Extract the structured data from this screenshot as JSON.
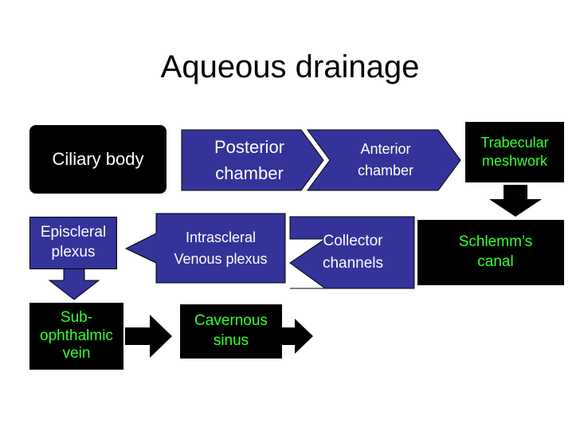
{
  "title": "Aqueous drainage",
  "nodes": {
    "ciliary_body": "Ciliary body",
    "posterior_chamber": [
      "Posterior",
      "chamber"
    ],
    "anterior_chamber": [
      "Anterior",
      "chamber"
    ],
    "trabecular_meshwork": [
      "Trabecular",
      "meshwork"
    ],
    "schlemms_canal": [
      "Schlemm’s",
      "canal"
    ],
    "collector_channels": [
      "Collector",
      "channels"
    ],
    "intrascleral_venous_plexus": [
      "Intrascleral",
      "Venous plexus"
    ],
    "episcleral_plexus": [
      "Episcleral",
      "plexus"
    ],
    "sub_ophthalmic_vein": [
      "Sub-",
      "ophthalmic",
      "vein"
    ],
    "cavernous_sinus": [
      "Cavernous",
      "sinus"
    ]
  },
  "colors": {
    "box_blue": "#33339a",
    "box_black": "#000000",
    "text_green": "#33ff33",
    "text_white": "#ffffff"
  }
}
